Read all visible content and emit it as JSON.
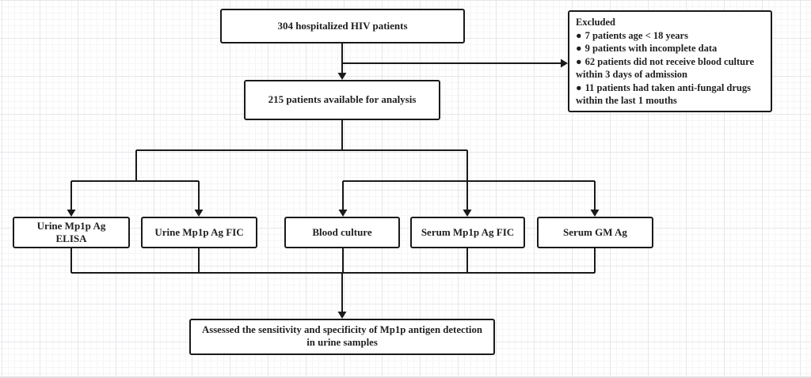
{
  "figure": {
    "type": "study-flow-diagram",
    "line_color": "#1a1a1a",
    "grid_minor_color": "#f5f5f7",
    "grid_major_color": "#e7e7eb",
    "background_color": "#ffffff"
  },
  "nodes": {
    "top": {
      "label": "304 hospitalized HIV patients"
    },
    "excluded": {
      "title": "Excluded",
      "bullet": "●",
      "items": [
        "7 patients age  < 18 years",
        "9 patients with incomplete data",
        "62 patients did not receive blood culture within 3 days of admission",
        "11 patients had taken anti-fungal drugs within the last 1 mouths"
      ]
    },
    "analysis": {
      "label": "215 patients available for analysis"
    },
    "tests": [
      {
        "label": "Urine Mp1p Ag ELISA"
      },
      {
        "label": "Urine Mp1p Ag FIC"
      },
      {
        "label": "Blood culture"
      },
      {
        "label": "Serum Mp1p Ag FIC"
      },
      {
        "label": "Serum GM Ag"
      }
    ],
    "outcome": {
      "label": "Assessed the sensitivity and specificity of Mp1p antigen detection in urine samples"
    }
  }
}
